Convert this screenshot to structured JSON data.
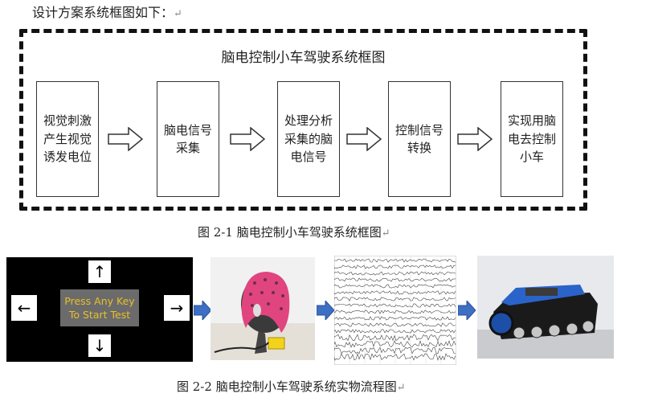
{
  "intro_text": "设计方案系统框图如下：",
  "return_mark": "↵",
  "diagram": {
    "title": "脑电控制小车驾驶系统框图",
    "steps": [
      {
        "label": "视觉刺激产生视觉诱发电位"
      },
      {
        "label": "脑电信号采集"
      },
      {
        "label": "处理分析采集的脑电信号"
      },
      {
        "label": "控制信号转换"
      },
      {
        "label": "实现用脑电去控制小车"
      }
    ]
  },
  "caption1": "图 2-1 脑电控制小车驾驶系统框图",
  "stimulus_screen": {
    "up": "↑",
    "down": "↓",
    "left": "←",
    "right": "→",
    "message_line1": "Press Any Key",
    "message_line2": "To Start Test",
    "message_color": "#e8c02a"
  },
  "caption2": "图 2-2 脑电控制小车驾驶系统实物流程图",
  "colors": {
    "arrow_blue": "#3d6fc4",
    "cap_pink": "#e0457f"
  }
}
